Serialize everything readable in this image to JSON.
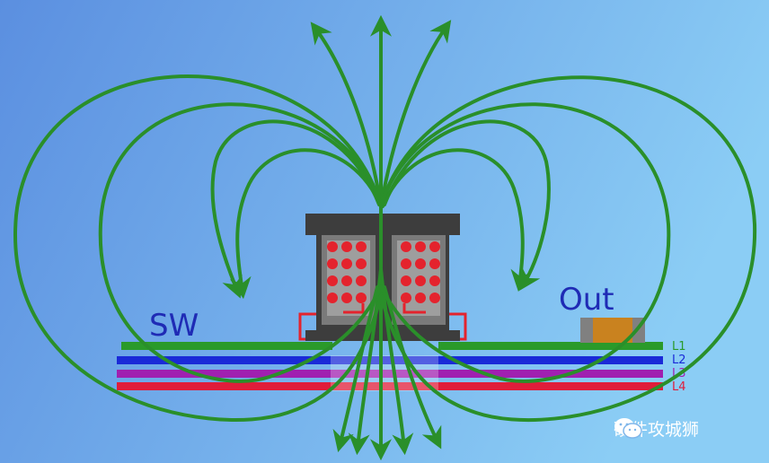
{
  "labels": {
    "sw": "SW",
    "out": "Out"
  },
  "layers": [
    {
      "name": "L1",
      "color": "#2a9a2a"
    },
    {
      "name": "L2",
      "color": "#1a2ad8"
    },
    {
      "name": "L3",
      "color": "#a020b0"
    },
    {
      "name": "L4",
      "color": "#e01d3a"
    }
  ],
  "watermark": {
    "text": "硬件攻城狮",
    "icon": "wechat-icon"
  },
  "colors": {
    "background_left": "#5b8fe0",
    "background_right": "#8bcdf5",
    "field_lines": "#2a8f2a",
    "core": "#3d3d3d",
    "winding": "#e4232d",
    "capacitor": "#c9821f"
  }
}
